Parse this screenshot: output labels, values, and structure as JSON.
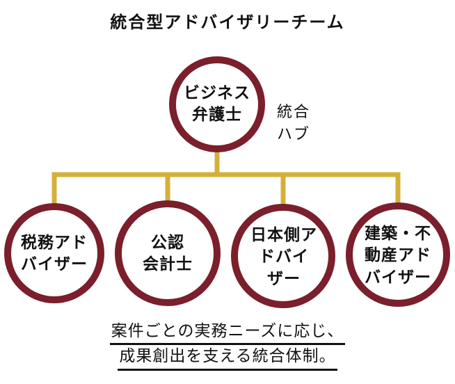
{
  "title": "統合型アドバイザリーチーム",
  "colors": {
    "circle_stroke": "#7a1f2b",
    "connector": "#d4b03a",
    "text": "#111111",
    "background": "#ffffff"
  },
  "hub": {
    "lines": [
      "ビジネス",
      "弁護士"
    ],
    "note_lines": [
      "統合",
      "ハブ"
    ]
  },
  "members": [
    {
      "lines": [
        "税務アド",
        "バイザー"
      ]
    },
    {
      "lines": [
        "公認",
        "会計士"
      ]
    },
    {
      "lines": [
        "日本側ア",
        "ドバイ",
        "ザー"
      ]
    },
    {
      "lines": [
        "建築・不",
        "動産アド",
        "バイザー"
      ]
    }
  ],
  "caption": {
    "lines": [
      "案件ごとの実務ニーズに応じ、",
      "成果創出を支える統合体制。"
    ]
  }
}
